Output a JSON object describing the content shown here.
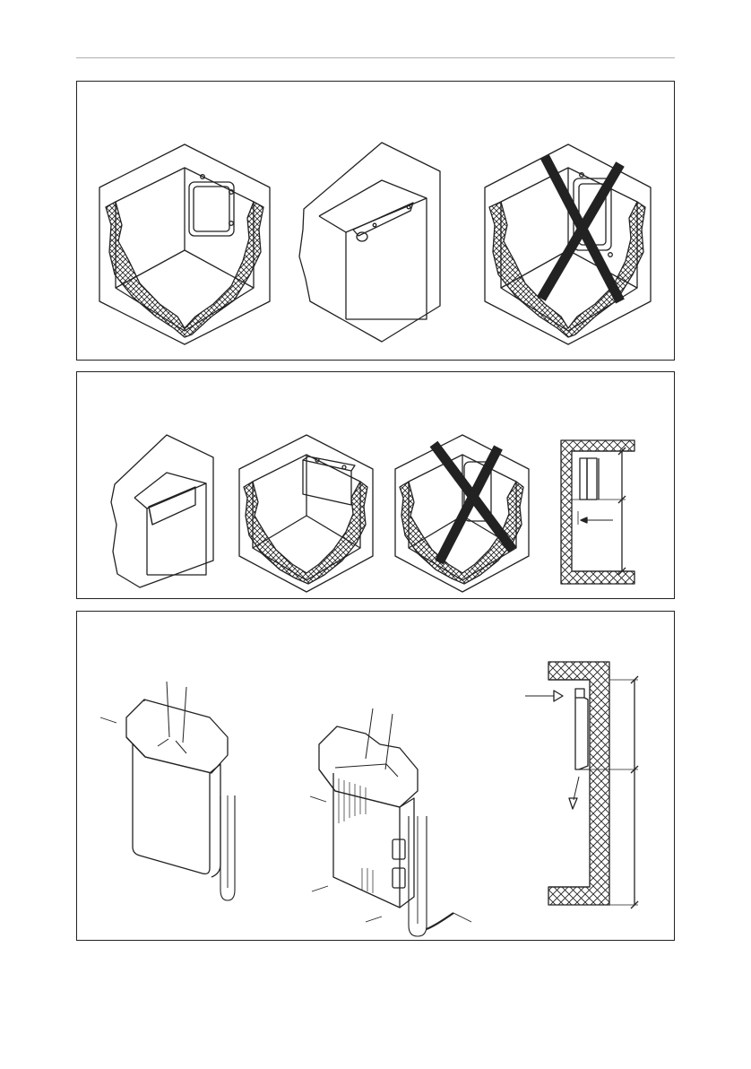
{
  "page": {
    "width": 838,
    "height": 1192,
    "background": "#ffffff",
    "ink_color": "#222222",
    "rule_color": "#b0b0b0"
  },
  "panels": [
    {
      "name": "mounting-position-panel-top",
      "figures": [
        "correct-wall-mount-corner",
        "correct-ceiling-mount",
        "incorrect-wall-mount-crossed"
      ]
    },
    {
      "name": "mounting-position-panel-middle",
      "figures": [
        "correct-ceiling-mount-small",
        "correct-wall-mount-small",
        "incorrect-mount-crossed-small",
        "wall-section-clearance-diagram"
      ]
    },
    {
      "name": "installation-panel-bottom",
      "figures": [
        "unit-front-view",
        "unit-open-view",
        "wall-section-side-view"
      ]
    }
  ]
}
